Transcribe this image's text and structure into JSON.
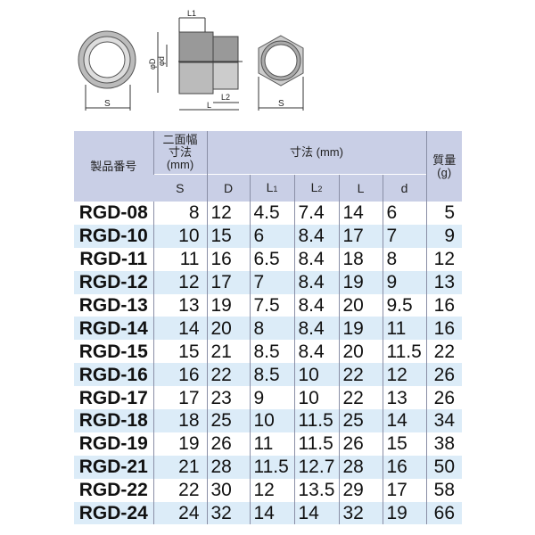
{
  "diagram": {
    "s_label": "S",
    "l1_label": "L1",
    "l2_label": "L2",
    "l_label": "L",
    "phi_d_outer": "φD",
    "phi_d_inner": "φd",
    "s_label_hex": "S"
  },
  "header": {
    "product_no": "製品番号",
    "width_across_flats": "二面幅",
    "dimension_sub": "寸法",
    "unit_mm": "(mm)",
    "dimensions": "寸法 (mm)",
    "mass": "質量",
    "mass_unit": "(g)",
    "cols": {
      "S": "S",
      "D": "D",
      "L1": "L",
      "L1_sub": "1",
      "L2": "L",
      "L2_sub": "2",
      "L": "L",
      "d": "d"
    }
  },
  "rows": [
    [
      "RGD-08",
      "8",
      "12",
      "4.5",
      "7.4",
      "14",
      "6",
      "5"
    ],
    [
      "RGD-10",
      "10",
      "15",
      "6",
      "8.4",
      "17",
      "7",
      "9"
    ],
    [
      "RGD-11",
      "11",
      "16",
      "6.5",
      "8.4",
      "18",
      "8",
      "12"
    ],
    [
      "RGD-12",
      "12",
      "17",
      "7",
      "8.4",
      "19",
      "9",
      "13"
    ],
    [
      "RGD-13",
      "13",
      "19",
      "7.5",
      "8.4",
      "20",
      "9.5",
      "16"
    ],
    [
      "RGD-14",
      "14",
      "20",
      "8",
      "8.4",
      "19",
      "11",
      "16"
    ],
    [
      "RGD-15",
      "15",
      "21",
      "8.5",
      "8.4",
      "20",
      "11.5",
      "22"
    ],
    [
      "RGD-16",
      "16",
      "22",
      "8.5",
      "10",
      "22",
      "12",
      "26"
    ],
    [
      "RGD-17",
      "17",
      "23",
      "9",
      "10",
      "22",
      "13",
      "26"
    ],
    [
      "RGD-18",
      "18",
      "25",
      "10",
      "11.5",
      "25",
      "14",
      "34"
    ],
    [
      "RGD-19",
      "19",
      "26",
      "11",
      "11.5",
      "26",
      "15",
      "38"
    ],
    [
      "RGD-21",
      "21",
      "28",
      "11.5",
      "12.7",
      "28",
      "16",
      "50"
    ],
    [
      "RGD-22",
      "22",
      "30",
      "12",
      "13.5",
      "29",
      "17",
      "58"
    ],
    [
      "RGD-24",
      "24",
      "32",
      "14",
      "14",
      "32",
      "19",
      "66"
    ]
  ]
}
